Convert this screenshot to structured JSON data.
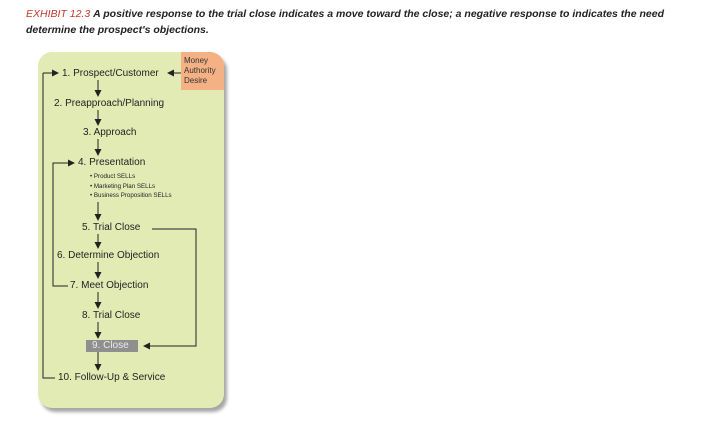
{
  "caption": {
    "exhibit": "EXHIBIT 12.3",
    "text": "A positive response to the trial close indicates a move toward the close; a negative response to indicates the need determine the prospect's objections."
  },
  "mad": [
    "Money",
    "Authority",
    "Desire"
  ],
  "steps": [
    "1. Prospect/Customer",
    "2. Preapproach/Planning",
    "3. Approach",
    "4. Presentation",
    "5. Trial Close",
    "6. Determine Objection",
    "7. Meet Objection",
    "8. Trial Close",
    "9. Close",
    "10. Follow-Up & Service"
  ],
  "presentation_bullets": [
    "• Product SELLs",
    "• Marketing Plan SELLs",
    "• Business Proposition SELLs"
  ],
  "colors": {
    "panel": "#e3ebb5",
    "mad_box": "#f4b183",
    "close_box": "#8f8f8f",
    "exhibit_label": "#c0392b"
  }
}
